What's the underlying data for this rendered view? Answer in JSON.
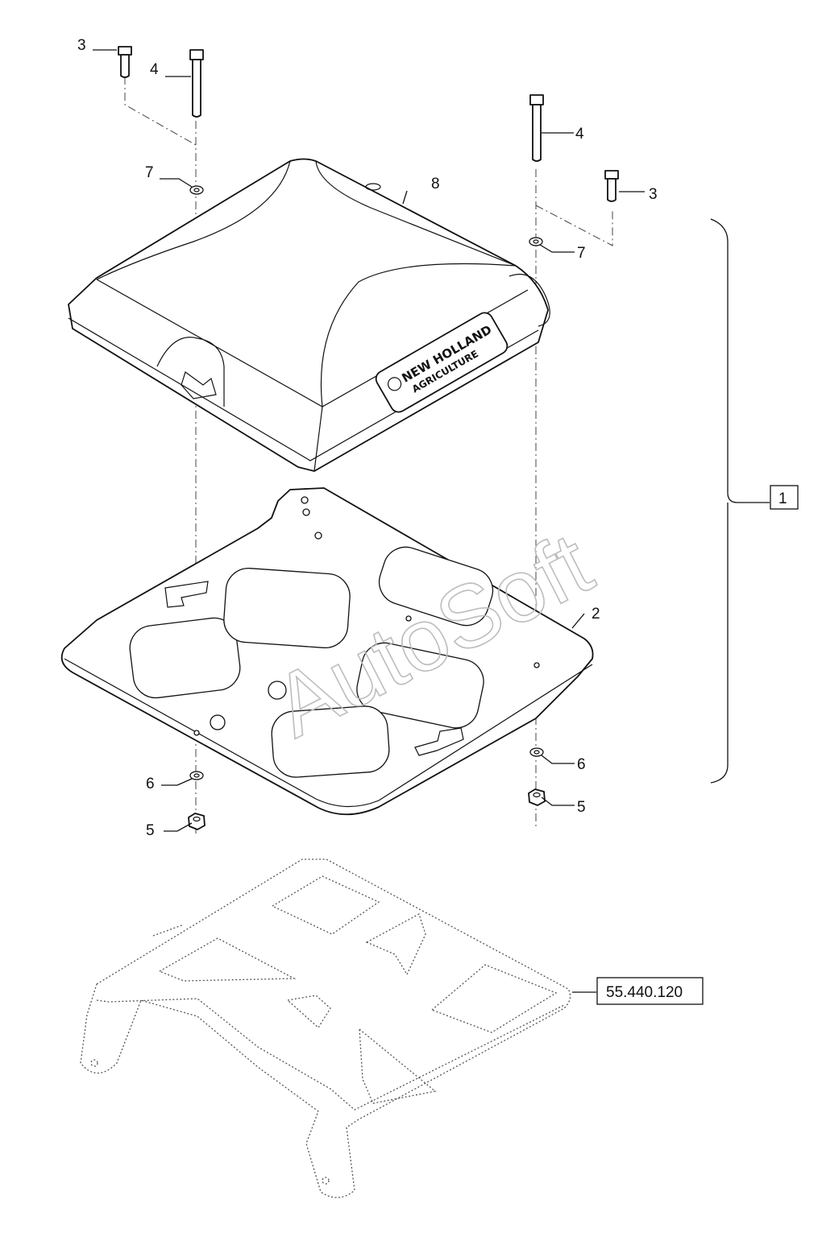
{
  "callouts": {
    "c1": "1",
    "c2": "2",
    "c3a": "3",
    "c3b": "3",
    "c4a": "4",
    "c4b": "4",
    "c5a": "5",
    "c5b": "5",
    "c6a": "6",
    "c6b": "6",
    "c7a": "7",
    "c7b": "7",
    "c8": "8"
  },
  "reference": "55.440.120",
  "logo": {
    "brand": "NEW HOLLAND",
    "sub": "AGRICULTURE"
  },
  "watermark": "AutoSoft"
}
